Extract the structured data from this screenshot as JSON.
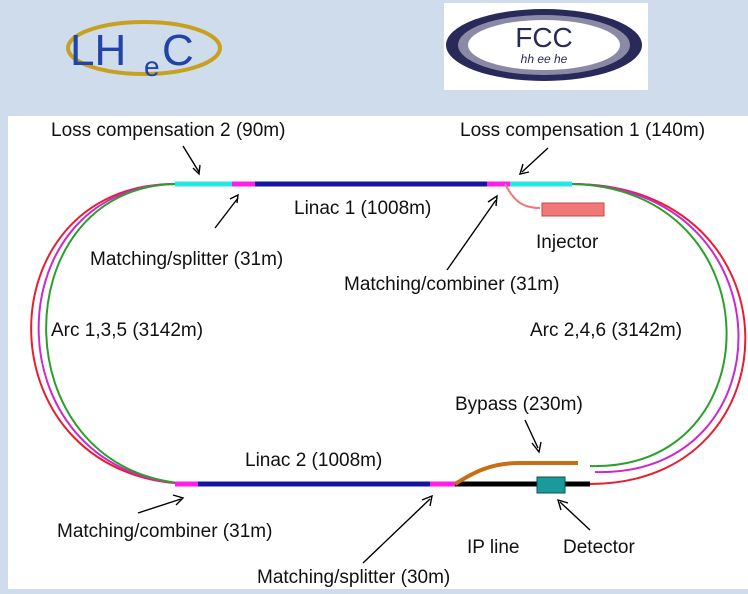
{
  "logos": {
    "left": {
      "text": "LHeC"
    },
    "right": {
      "line1": "FCC",
      "line2": "hh ee he"
    }
  },
  "labels": {
    "loss2": "Loss compensation 2 (90m)",
    "loss1": "Loss compensation 1 (140m)",
    "linac1": "Linac 1 (1008m)",
    "injector": "Injector",
    "ms31": "Matching/splitter (31m)",
    "mc31_top": "Matching/combiner (31m)",
    "arc_left": "Arc 1,3,5 (3142m)",
    "arc_right": "Arc 2,4,6 (3142m)",
    "bypass": "Bypass (230m)",
    "linac2": "Linac 2 (1008m)",
    "mc31_bottom": "Matching/combiner (31m)",
    "ip_line": "IP line",
    "detector": "Detector",
    "ms30": "Matching/splitter (30m)"
  },
  "colors": {
    "linac": "#1414a0",
    "matching": "#ff1ee6",
    "loss_comp": "#28e6e6",
    "arc_red": "#e61e32",
    "arc_green": "#2aa02a",
    "arc_magenta": "#cc28cc",
    "injector": "#f07878",
    "bypass": "#c86e14",
    "detector": "#1a9a9a",
    "ip_line": "#000000"
  }
}
